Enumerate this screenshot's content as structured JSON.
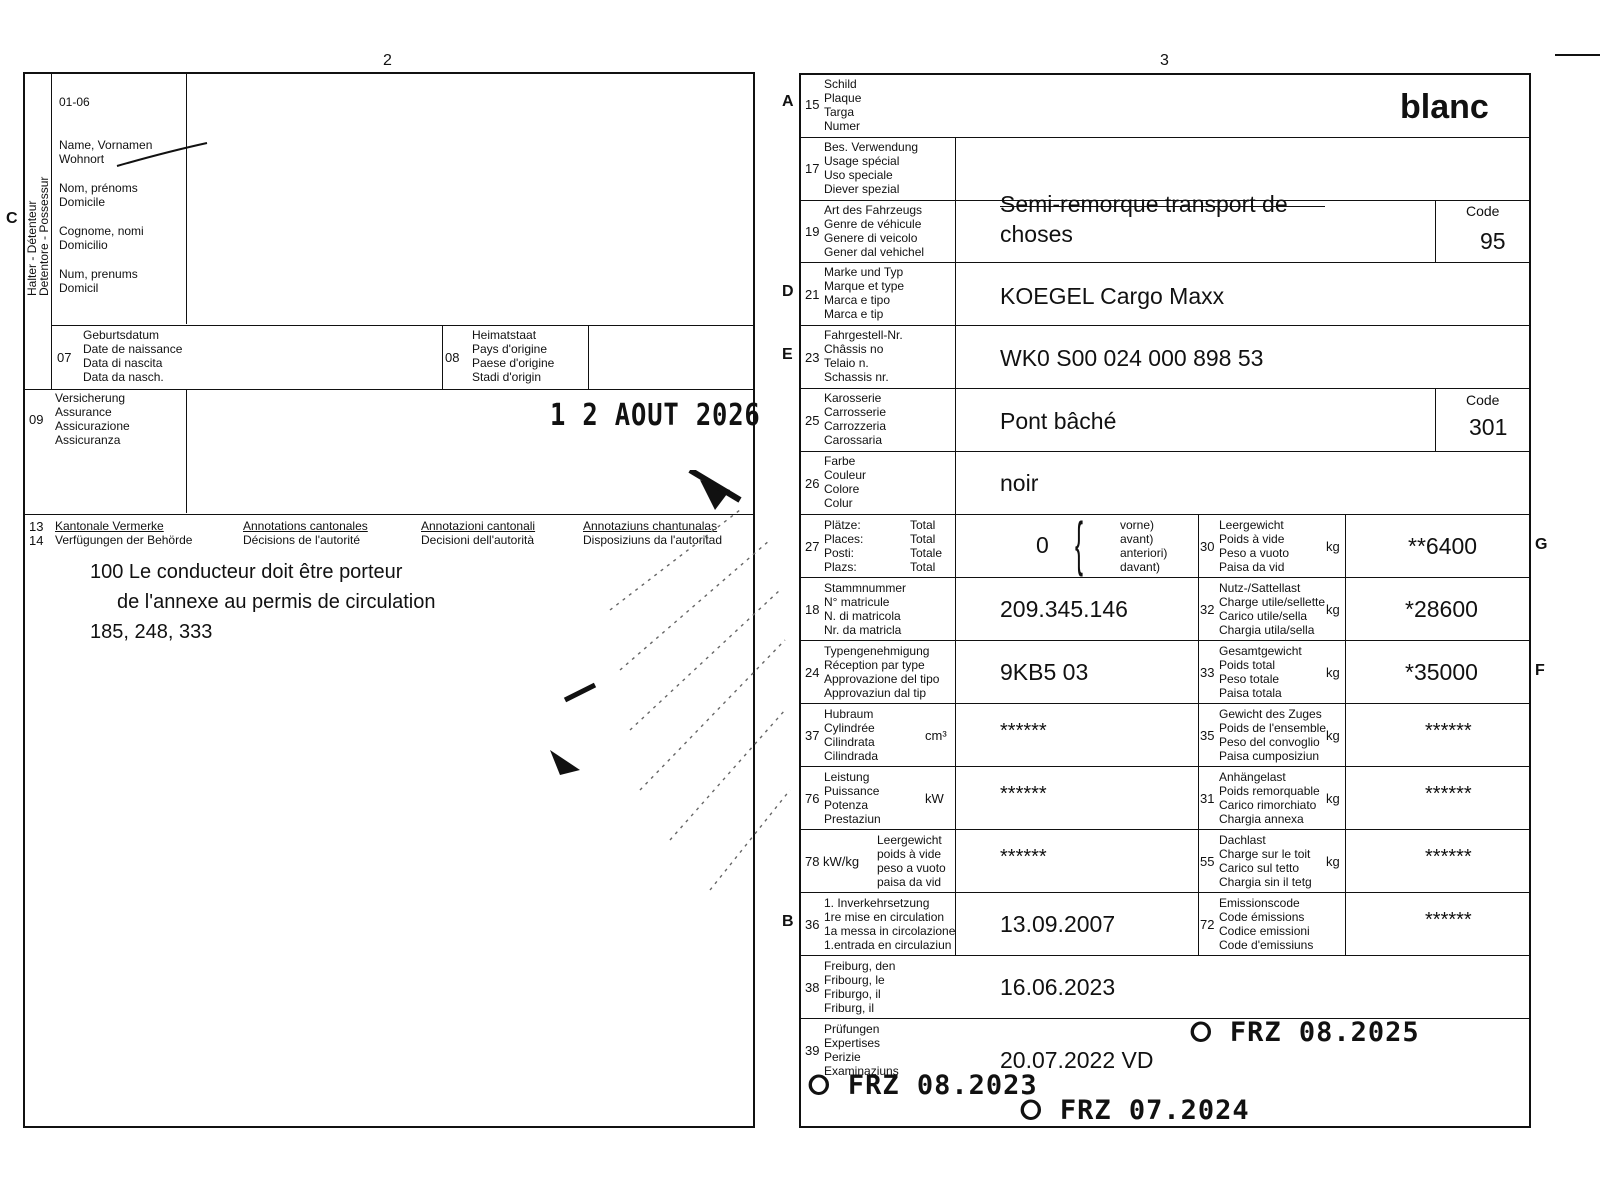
{
  "page_numbers": {
    "left": "2",
    "right": "3"
  },
  "left": {
    "code_01_06": "01-06",
    "holder_labels": [
      "Name, Vornamen",
      "Wohnort",
      "Nom, prénoms",
      "Domicile",
      "Cognome, nomi",
      "Domicilio",
      "Num, prenums",
      "Domicil"
    ],
    "vertical_label_1": "Halter - Détenteur",
    "vertical_label_2": "Detentore - Possessur",
    "side_letter_c": "C",
    "f07": {
      "num": "07",
      "labels": [
        "Geburtsdatum",
        "Date de naissance",
        "Data di nascita",
        "Data da nasch."
      ]
    },
    "f08": {
      "num": "08",
      "labels": [
        "Heimatstaat",
        "Pays d'origine",
        "Paese d'origine",
        "Stadi d'origin"
      ]
    },
    "f09": {
      "num": "09",
      "labels": [
        "Versicherung",
        "Assurance",
        "Assicurazione",
        "Assicuranza"
      ]
    },
    "insurance_stamp": "1 2 AOUT 2026",
    "f13_num": "13",
    "f14_num": "14",
    "annot_headers": [
      {
        "title": "Kantonale Vermerke",
        "sub": "Verfügungen der Behörde"
      },
      {
        "title": "Annotations cantonales",
        "sub": "Décisions de l'autorité"
      },
      {
        "title": "Annotazioni cantonali",
        "sub": "Decisioni dell'autorità"
      },
      {
        "title": "Annotaziuns chantunalas",
        "sub": "Disposiziuns da l'autoritad"
      }
    ],
    "annotation_lines": [
      "100 Le conducteur doit être porteur",
      "de l'annexe au permis de circulation",
      "185, 248, 333"
    ]
  },
  "right": {
    "side_letters": {
      "A": "A",
      "D": "D",
      "E": "E",
      "B": "B",
      "G": "G",
      "F": "F"
    },
    "f15": {
      "num": "15",
      "labels": [
        "Schild",
        "Plaque",
        "Targa",
        "Numer"
      ],
      "value": "blanc"
    },
    "f17": {
      "num": "17",
      "labels": [
        "Bes. Verwendung",
        "Usage spécial",
        "Uso speciale",
        "Diever spezial"
      ]
    },
    "f19": {
      "num": "19",
      "labels": [
        "Art des Fahrzeugs",
        "Genre de véhicule",
        "Genere di veicolo",
        "Gener dal vehichel"
      ],
      "value_line1": "Semi-remorque transport de",
      "value_line2": "choses",
      "code_label": "Code",
      "code": "95"
    },
    "f21": {
      "num": "21",
      "labels": [
        "Marke und Typ",
        "Marque et type",
        "Marca e tipo",
        "Marca e tip"
      ],
      "value": "KOEGEL Cargo Maxx"
    },
    "f23": {
      "num": "23",
      "labels": [
        "Fahrgestell-Nr.",
        "Châssis no",
        "Telaio n.",
        "Schassis nr."
      ],
      "value": "WK0 S00 024 000 898 53"
    },
    "f25": {
      "num": "25",
      "labels": [
        "Karosserie",
        "Carrosserie",
        "Carrozzeria",
        "Carossaria"
      ],
      "value": "Pont bâché",
      "code_label": "Code",
      "code": "301"
    },
    "f26": {
      "num": "26",
      "labels": [
        "Farbe",
        "Couleur",
        "Colore",
        "Colur"
      ],
      "value": "noir"
    },
    "f27": {
      "num": "27",
      "labels": [
        "Plätze:",
        "Places:",
        "Posti:",
        "Plazs:"
      ],
      "totals": [
        "Total",
        "Total",
        "Totale",
        "Total"
      ],
      "value": "0",
      "front_labels": [
        "vorne)",
        "avant)",
        "anteriori)",
        "davant)"
      ]
    },
    "f30": {
      "num": "30",
      "labels": [
        "Leergewicht",
        "Poids à vide",
        "Peso a vuoto",
        "Paisa da vid"
      ],
      "unit": "kg",
      "value": "**6400"
    },
    "f18": {
      "num": "18",
      "labels": [
        "Stammnummer",
        "N° matricule",
        "N. di matricola",
        "Nr. da matricla"
      ],
      "value": "209.345.146"
    },
    "f32": {
      "num": "32",
      "labels": [
        "Nutz-/Sattellast",
        "Charge utile/sellette",
        "Carico utile/sella",
        "Chargia utila/sella"
      ],
      "unit": "kg",
      "value": "*28600"
    },
    "f24": {
      "num": "24",
      "labels": [
        "Typengenehmigung",
        "Réception par type",
        "Approvazione del tipo",
        "Approvaziun dal tip"
      ],
      "value": "9KB5 03"
    },
    "f33": {
      "num": "33",
      "labels": [
        "Gesamtgewicht",
        "Poids total",
        "Peso totale",
        "Paisa totala"
      ],
      "unit": "kg",
      "value": "*35000"
    },
    "f37": {
      "num": "37",
      "labels": [
        "Hubraum",
        "Cylindrée",
        "Cilindrata",
        "Cilindrada"
      ],
      "unit": "cm³",
      "value": "******"
    },
    "f35": {
      "num": "35",
      "labels": [
        "Gewicht des Zuges",
        "Poids de l'ensemble",
        "Peso del convoglio",
        "Paisa cumposiziun"
      ],
      "unit": "kg",
      "value": "******"
    },
    "f76": {
      "num": "76",
      "labels": [
        "Leistung",
        "Puissance",
        "Potenza",
        "Prestaziun"
      ],
      "unit": "kW",
      "value": "******"
    },
    "f31": {
      "num": "31",
      "labels": [
        "Anhängelast",
        "Poids remorquable",
        "Carico rimorchiato",
        "Chargia annexa"
      ],
      "unit": "kg",
      "value": "******"
    },
    "f78": {
      "num": "78",
      "unit": "kW/kg",
      "labels": [
        "Leergewicht",
        "poids à vide",
        "peso a vuoto",
        "paisa da vid"
      ],
      "value": "******"
    },
    "f55": {
      "num": "55",
      "labels": [
        "Dachlast",
        "Charge sur le toit",
        "Carico sul tetto",
        "Chargia sin il tetg"
      ],
      "unit": "kg",
      "value": "******"
    },
    "f36": {
      "num": "36",
      "labels": [
        "1. Inverkehrsetzung",
        "1re mise en circulation",
        "1a messa in circolazione",
        "1.entrada en circulaziun"
      ],
      "value": "13.09.2007"
    },
    "f72": {
      "num": "72",
      "labels": [
        "Emissionscode",
        "Code émissions",
        "Codice emissioni",
        "Code d'emissiuns"
      ],
      "value": "******"
    },
    "f38": {
      "num": "38",
      "labels": [
        "Freiburg, den",
        "Fribourg, le",
        "Friburgo, il",
        "Friburg, il"
      ],
      "value": "16.06.2023"
    },
    "f39": {
      "num": "39",
      "labels": [
        "Prüfungen",
        "Expertises",
        "Perizie",
        "Examinaziuns"
      ],
      "value": "20.07.2022 VD"
    },
    "stamps": [
      "FRZ 08.2025",
      "FRZ 08.2023",
      "FRZ 07.2024"
    ]
  }
}
